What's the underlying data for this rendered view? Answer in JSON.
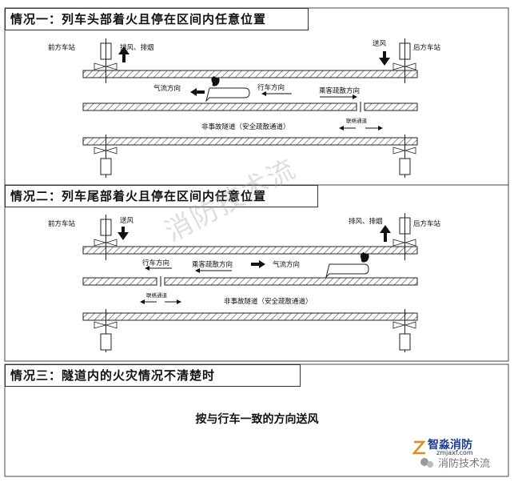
{
  "case1": {
    "title": "情况一：列车头部着火且停在区间内任意位置",
    "front_station": "前方车站",
    "rear_station": "后方车站",
    "exhaust": "排风、排烟",
    "supply": "送风",
    "airflow": "气流方向",
    "train_dir": "行车方向",
    "evac_dir": "乘客疏散方向",
    "cross_passage": "联络通道",
    "non_accident_tunnel": "非事故隧道（安全疏散通道）"
  },
  "case2": {
    "title": "情况二：列车尾部着火且停在区间内任意位置",
    "front_station": "前方车站",
    "rear_station": "后方车站",
    "supply": "送风",
    "exhaust": "排风、排烟",
    "train_dir": "行车方向",
    "evac_dir": "乘客疏散方向",
    "airflow": "气流方向",
    "cross_passage": "联络通道",
    "non_accident_tunnel": "非事故隧道（安全疏散通道）"
  },
  "case3": {
    "title": "情况三：隧道内的火灾情况不清楚时",
    "instruction": "按与行车一致的方向送风"
  },
  "watermark": "消防技术流",
  "logo": {
    "name": "智淼消防",
    "url": "zmjaxf.com",
    "wechat": "消防技术流"
  },
  "colors": {
    "line": "#222222",
    "hatch": "#444444",
    "fire": "#111111"
  }
}
